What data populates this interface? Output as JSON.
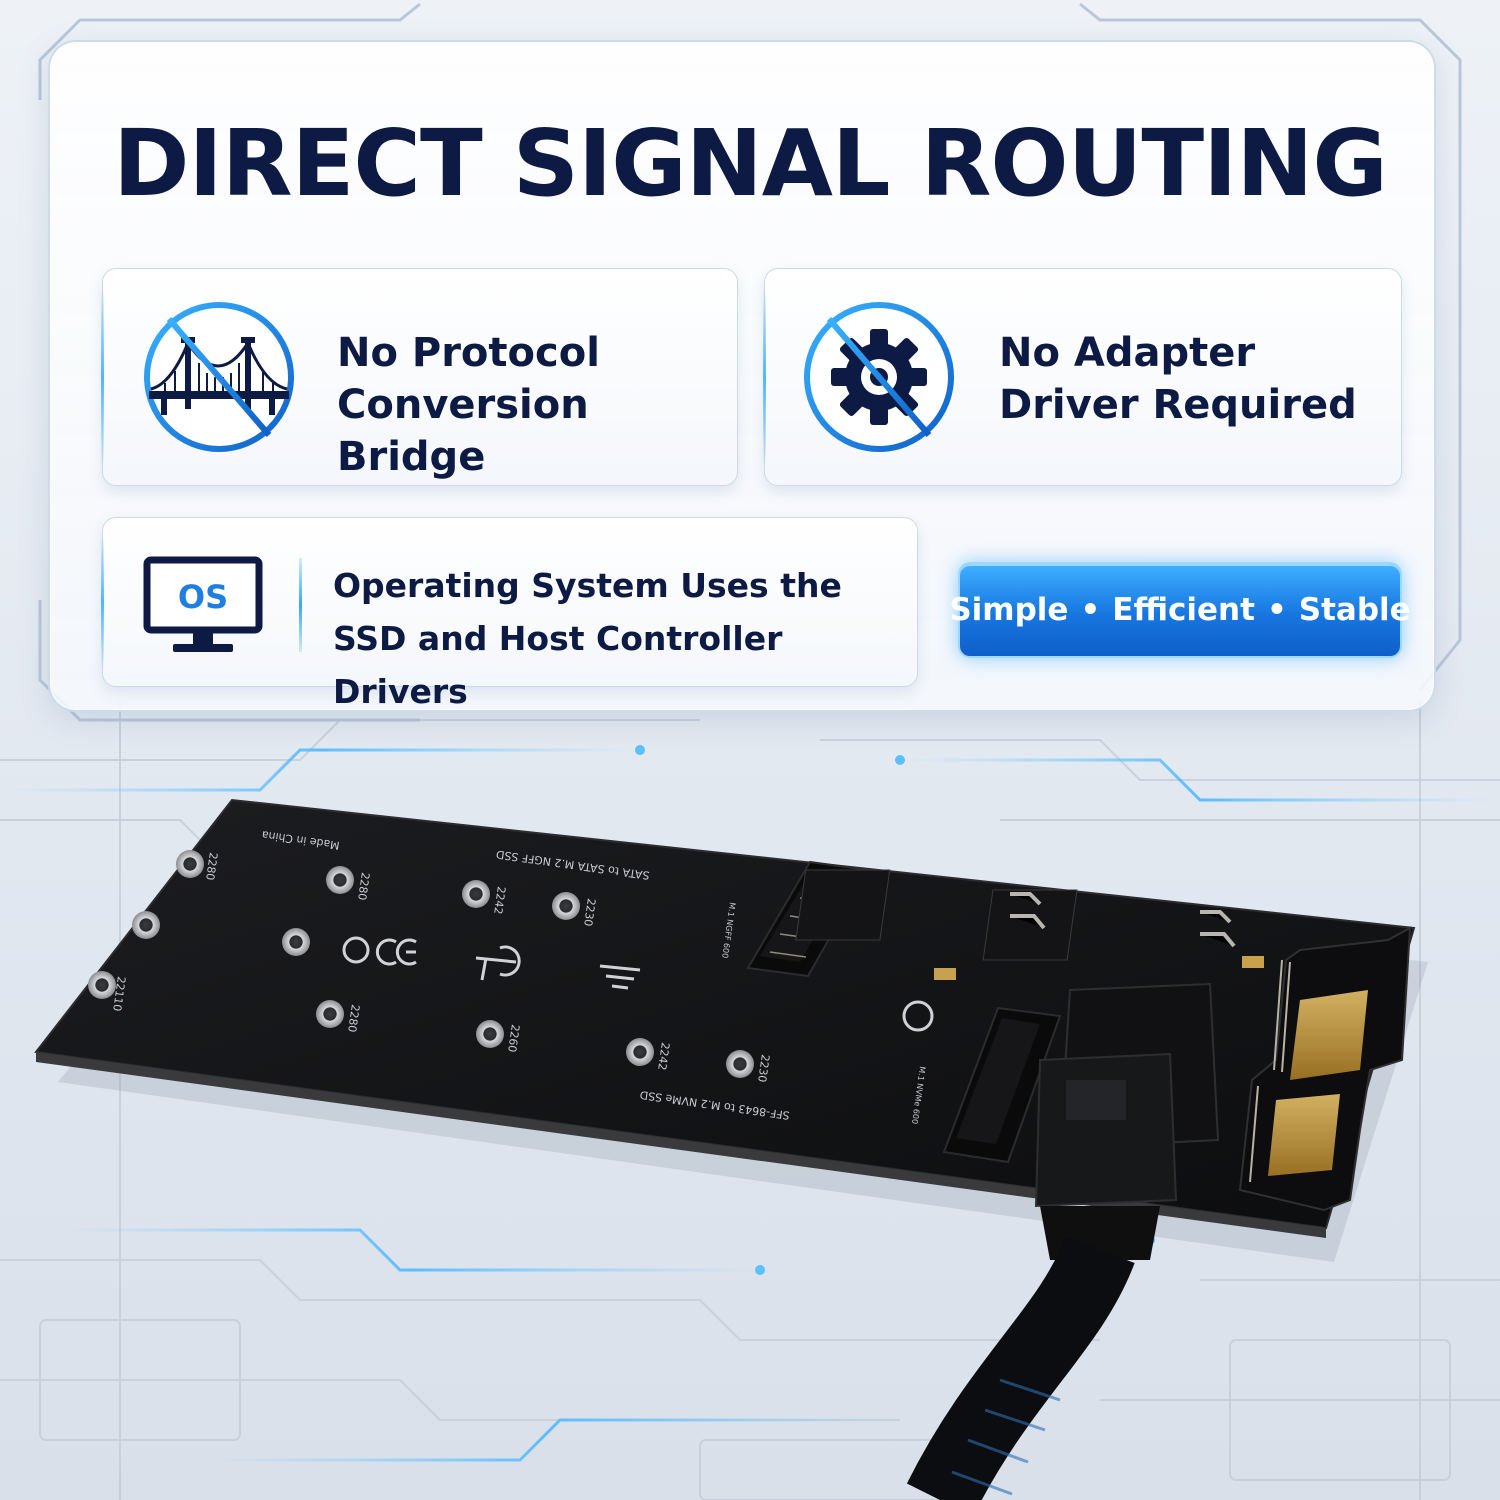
{
  "headline": "DIRECT SIGNAL ROUTING",
  "features": {
    "protocol": {
      "line1": "No Protocol",
      "line2": "Conversion Bridge",
      "icon": "crossed-bridge-icon"
    },
    "driver": {
      "line1": "No Adapter",
      "line2": "Driver Required",
      "icon": "crossed-gear-icon"
    },
    "os": {
      "line1": "Operating System Uses the",
      "line2": "SSD and Host Controller Drivers",
      "icon_text": "OS",
      "icon": "monitor-icon"
    }
  },
  "badge": {
    "word1": "Simple",
    "word2": "Efficient",
    "word3": "Stable",
    "separator": "•"
  },
  "pcb": {
    "made_in": "Made in China",
    "top_label": "SATA to SATA M.2 NGFF SSD",
    "bottom_label": "SFF-8643 to M.2 NVMe SSD",
    "slot_top": "M.1 NGFF 600",
    "slot_bottom": "M.1 NVMe 600",
    "sizes_top": [
      "2280",
      "2280",
      "2242",
      "2230"
    ],
    "sizes_bottom": [
      "22110",
      "2280",
      "2260",
      "2242",
      "2230"
    ]
  },
  "colors": {
    "navy": "#0d1a44",
    "accent": "#2f9bf0",
    "pcb": "#121315"
  }
}
